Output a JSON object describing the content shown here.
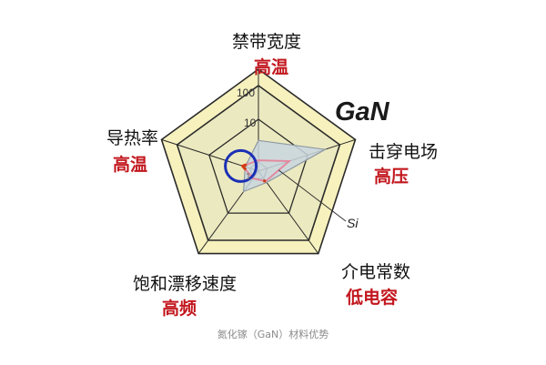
{
  "axes": [
    {
      "name": "禁带宽度",
      "advantage": "高温"
    },
    {
      "name": "击穿电场",
      "advantage": "高压"
    },
    {
      "name": "介电常数",
      "advantage": "低电容"
    },
    {
      "name": "饱和漂移速度",
      "advantage": "高频"
    },
    {
      "name": "导热率",
      "advantage": "高温"
    }
  ],
  "scale_labels": [
    "100",
    "10",
    "1"
  ],
  "materials": {
    "gan": "GaN",
    "si": "Si"
  },
  "caption": "氮化镓（GaN）材料优势",
  "colors": {
    "outer_fill": "#f6f1bd",
    "inner_fill": "#ebe9bf",
    "grid": "#2a2a2a",
    "gan_fill": "#c9d6df",
    "gan_stroke": "#8f9aa3",
    "si_stroke": "#e3899f",
    "si_tip": "#d23b12",
    "highlight_circle": "#1c2fb5",
    "advantage_text": "#c2171e"
  },
  "chart_data": {
    "type": "radar",
    "scale": "log",
    "rings": [
      1,
      10,
      100
    ],
    "series": [
      {
        "name": "GaN",
        "values": [
          3.2,
          35,
          1.3,
          2.4,
          1.3
        ]
      },
      {
        "name": "Si",
        "values": [
          1.1,
          3.5,
          1.2,
          1.0,
          1.5
        ]
      }
    ]
  }
}
